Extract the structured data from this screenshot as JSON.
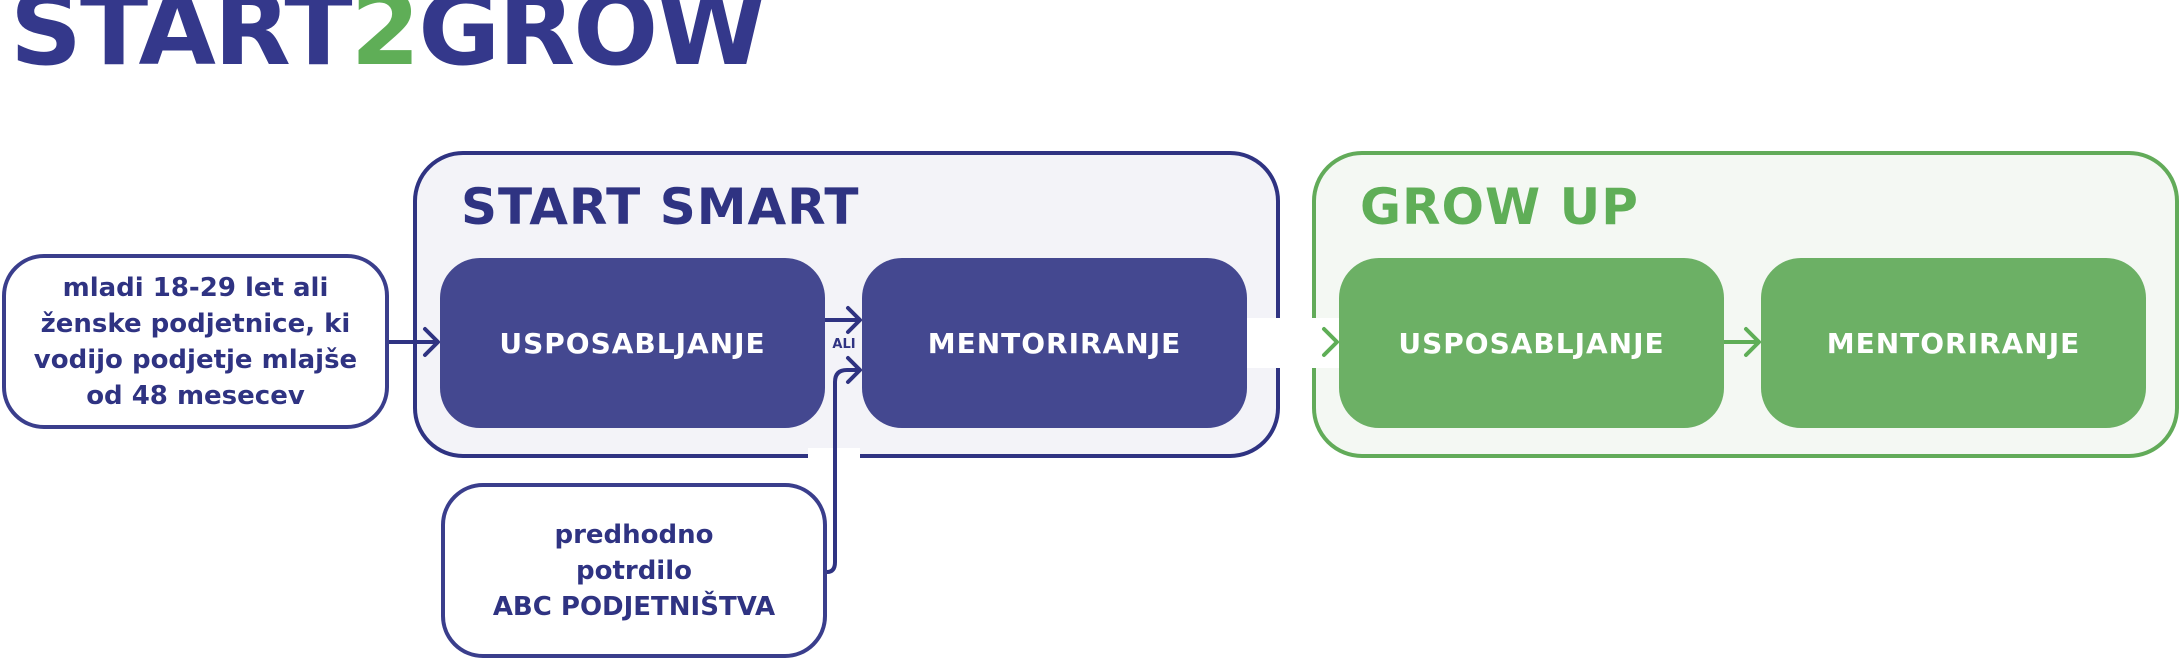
{
  "title": {
    "part1": "START",
    "part2": "2",
    "part3": "GROW"
  },
  "colors": {
    "navy": "#2f3382",
    "navy_box": "#444890",
    "green": "#5fae57",
    "green_box": "#6cb065"
  },
  "start_smart": {
    "label": "START SMART",
    "step1": "USPOSABLJANJE",
    "step2": "MENTORIRANJE"
  },
  "grow_up": {
    "label": "GROW UP",
    "step1": "USPOSABLJANJE",
    "step2": "MENTORIRANJE"
  },
  "input_primary": {
    "lines": [
      "mladi 18-29 let ali",
      "ženske podjetnice, ki",
      "vodijo podjetje mlajše",
      "od 48 mesecev"
    ]
  },
  "input_secondary": {
    "lines": [
      "predhodno",
      "potrdilo",
      "ABC PODJETNIŠTVA"
    ]
  },
  "connector_label": "ALI"
}
